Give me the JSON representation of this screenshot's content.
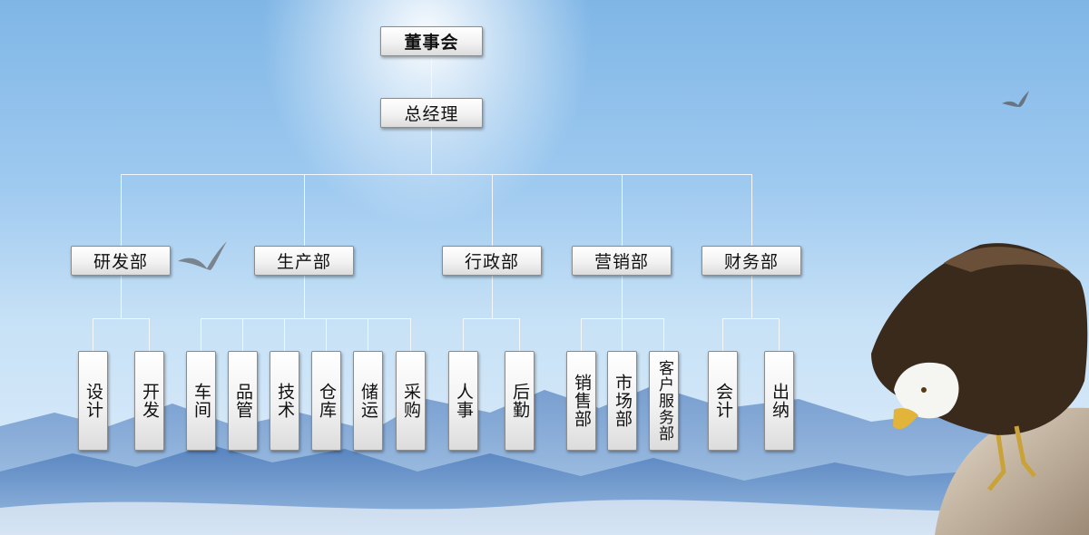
{
  "org": {
    "board": "董事会",
    "gm": "总经理",
    "departments": [
      {
        "name": "研发部",
        "units": [
          "设计",
          "开发"
        ]
      },
      {
        "name": "生产部",
        "units": [
          "车间",
          "品管",
          "技术",
          "仓库",
          "储运",
          "采购"
        ]
      },
      {
        "name": "行政部",
        "units": [
          "人事",
          "后勤"
        ]
      },
      {
        "name": "营销部",
        "units": [
          "销售部",
          "市场部",
          "客户服务部"
        ]
      },
      {
        "name": "财务部",
        "units": [
          "会计",
          "出纳"
        ]
      }
    ]
  }
}
